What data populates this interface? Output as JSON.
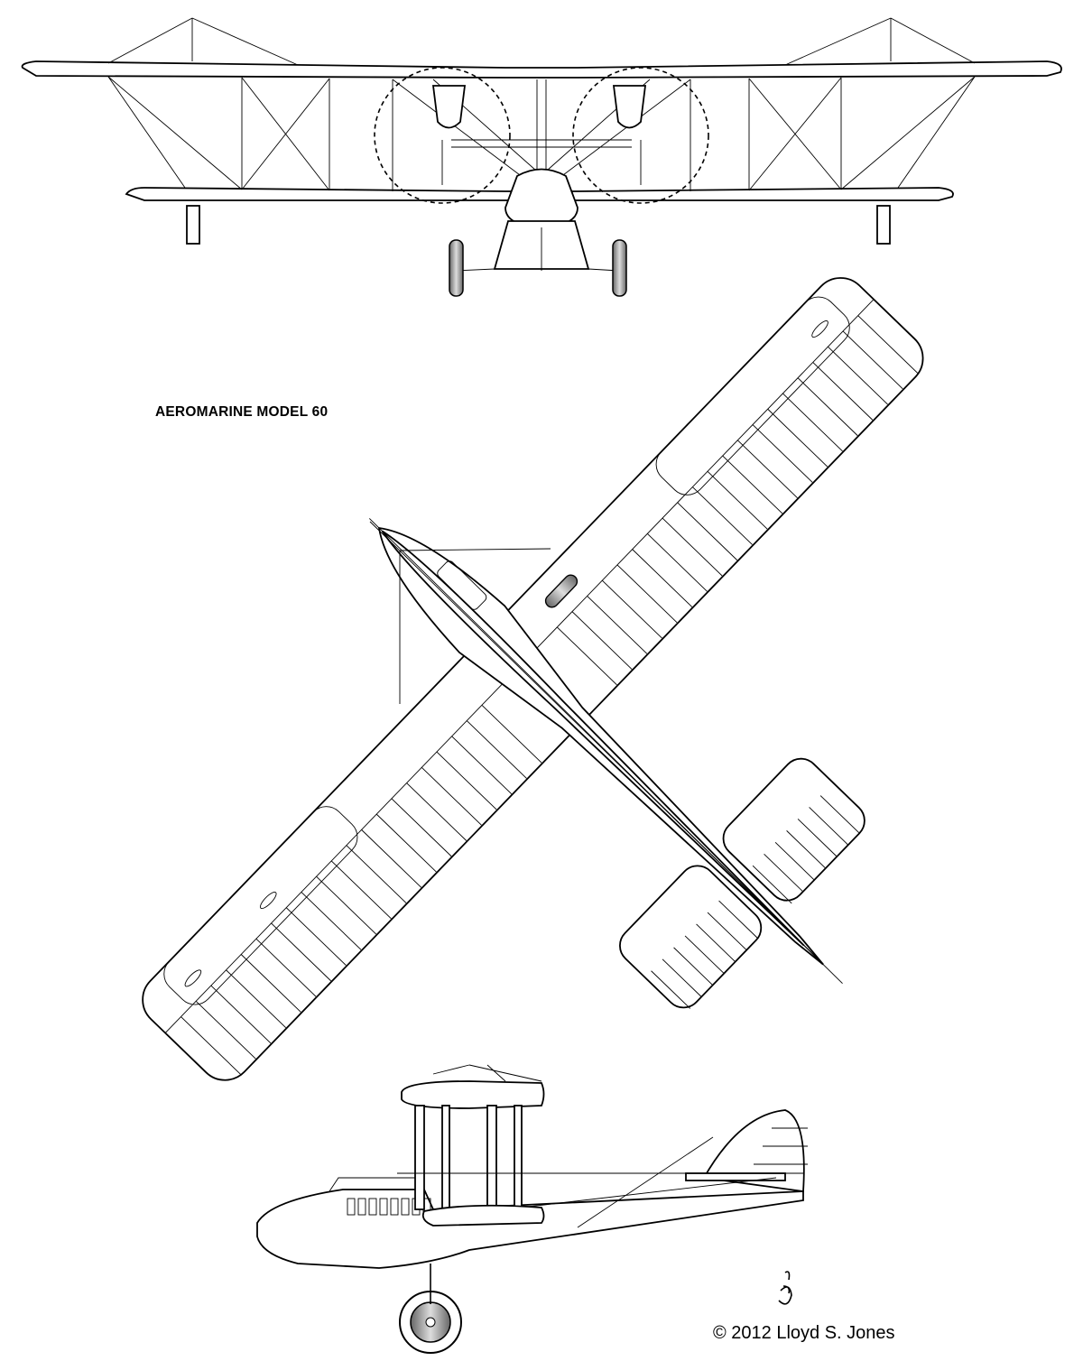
{
  "title": "AEROMARINE MODEL 60",
  "credit": "© 2012 Lloyd S. Jones",
  "signature": "LSJ monogram",
  "views": [
    "front-view",
    "plan-view",
    "side-view"
  ],
  "colors": {
    "line": "#000000",
    "background": "#ffffff",
    "wheel": "#9a9a9a"
  }
}
